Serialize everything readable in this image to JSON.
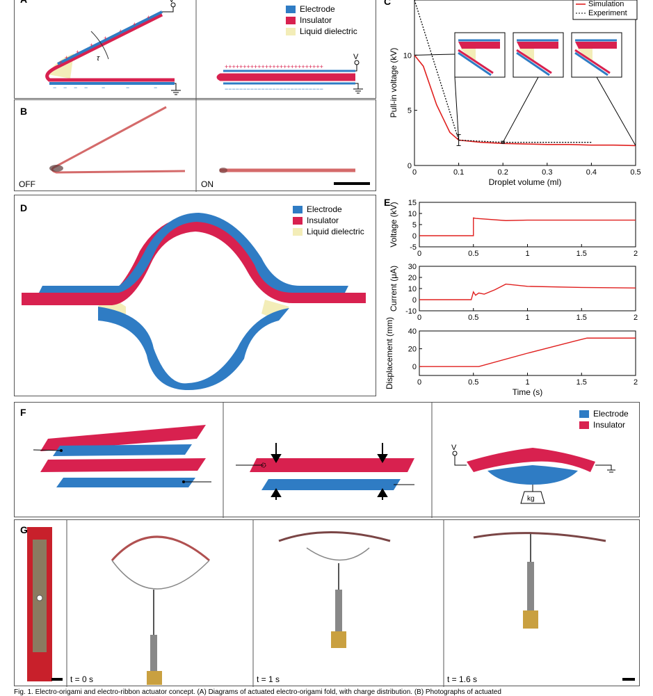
{
  "panels": {
    "A": "A",
    "B": "B",
    "C": "C",
    "D": "D",
    "E": "E",
    "F": "F",
    "G": "G"
  },
  "legend_A": {
    "electrode": "Electrode",
    "insulator": "Insulator",
    "liquid": "Liquid dielectric"
  },
  "legend_D": {
    "electrode": "Electrode",
    "insulator": "Insulator",
    "liquid": "Liquid dielectric"
  },
  "legend_F": {
    "electrode": "Electrode",
    "insulator": "Insulator"
  },
  "colors": {
    "electrode": "#2f7cc4",
    "insulator": "#d8214f",
    "liquid": "#f3edb8",
    "curve": "#e0201f"
  },
  "diagramA": {
    "voltage": "V",
    "torque": "τ"
  },
  "diagramF": {
    "voltage": "V",
    "load": "kg"
  },
  "photosB": {
    "off": "OFF",
    "on": "ON"
  },
  "photosG": {
    "t0": "t = 0 s",
    "t1": "t = 1 s",
    "t2": "t = 1.6 s"
  },
  "chart_data": [
    {
      "id": "C",
      "type": "line",
      "xlabel": "Droplet volume (ml)",
      "ylabel": "Pull-in voltage (kV)",
      "xlim": [
        0,
        0.5
      ],
      "ylim": [
        0,
        15
      ],
      "xticks": [
        "0",
        "0.1",
        "0.2",
        "0.3",
        "0.4",
        "0.5"
      ],
      "yticks": [
        "0",
        "5",
        "10"
      ],
      "series": [
        {
          "name": "Simulation",
          "style": "solid",
          "x": [
            0,
            0.02,
            0.05,
            0.08,
            0.1,
            0.15,
            0.2,
            0.25,
            0.3,
            0.35,
            0.4,
            0.45,
            0.5
          ],
          "y": [
            10,
            9,
            5.5,
            3,
            2.3,
            2.1,
            2,
            1.95,
            1.9,
            1.9,
            1.85,
            1.85,
            1.8
          ]
        },
        {
          "name": "Experiment",
          "style": "dotted",
          "x": [
            0,
            0.1,
            0.2,
            0.4
          ],
          "y": [
            15,
            2.3,
            2.1,
            2.1
          ],
          "error": [
            0,
            0.5,
            0.1,
            0
          ]
        }
      ]
    },
    {
      "id": "E1",
      "type": "line",
      "ylabel": "Voltage (kV)",
      "xlim": [
        0,
        2
      ],
      "ylim": [
        -5,
        15
      ],
      "xticks": [
        "0",
        "0.5",
        "1",
        "1.5",
        "2"
      ],
      "yticks": [
        "15",
        "10",
        "5",
        "0",
        "-5"
      ],
      "series": [
        {
          "x": [
            0,
            0.5,
            0.5,
            0.52,
            0.8,
            1,
            2
          ],
          "y": [
            0,
            0,
            8,
            7.8,
            6.8,
            7,
            7
          ]
        }
      ]
    },
    {
      "id": "E2",
      "type": "line",
      "ylabel": "Current (μA)",
      "xlim": [
        0,
        2
      ],
      "ylim": [
        -10,
        30
      ],
      "xticks": [
        "0",
        "0.5",
        "1",
        "1.5",
        "2"
      ],
      "yticks": [
        "30",
        "20",
        "10",
        "0",
        "-10"
      ],
      "series": [
        {
          "x": [
            0,
            0.48,
            0.5,
            0.52,
            0.55,
            0.6,
            0.7,
            0.8,
            1,
            1.5,
            2
          ],
          "y": [
            0,
            0,
            7,
            4,
            6,
            5,
            9,
            14,
            12,
            11,
            10.5
          ]
        }
      ]
    },
    {
      "id": "E3",
      "type": "line",
      "ylabel": "Displacement (mm)",
      "xlabel": "Time (s)",
      "xlim": [
        0,
        2
      ],
      "ylim": [
        -10,
        40
      ],
      "xticks": [
        "0",
        "0.5",
        "1",
        "1.5",
        "2"
      ],
      "yticks": [
        "40",
        "20",
        "0"
      ],
      "series": [
        {
          "x": [
            0,
            0.55,
            1,
            1.45,
            1.55,
            2
          ],
          "y": [
            0,
            0,
            15,
            29,
            32,
            32
          ]
        }
      ]
    }
  ],
  "caption": "Fig. 1. Electro-origami and electro-ribbon actuator concept. (A) Diagrams of actuated electro-origami fold, with charge distribution. (B) Photographs of actuated"
}
